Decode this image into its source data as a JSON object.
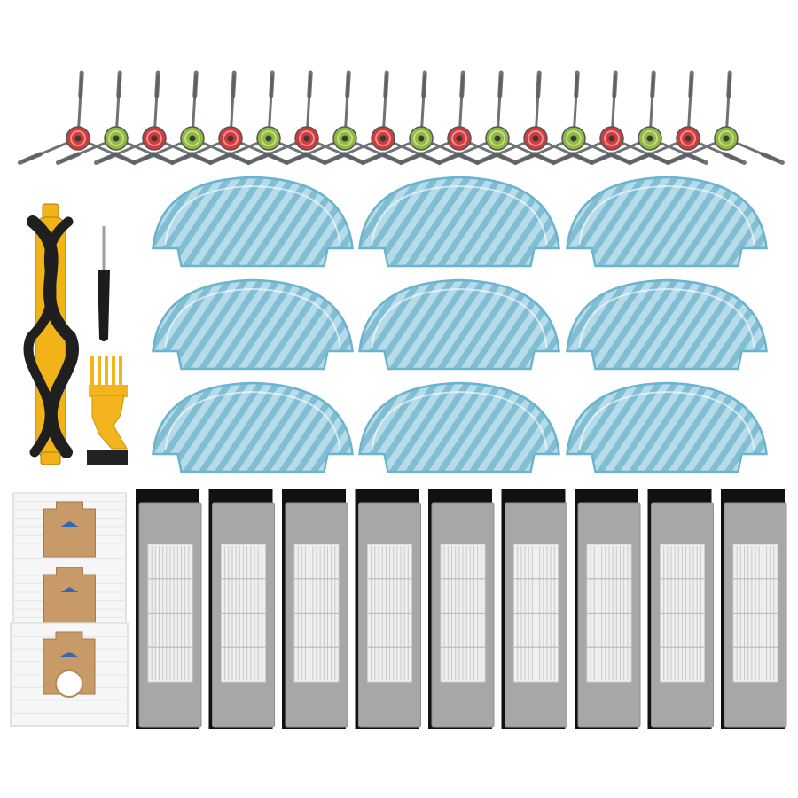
{
  "image": {
    "background": "#ffffff"
  },
  "side_brushes": {
    "count": 18,
    "hub_colors": [
      "#d23a3c",
      "#8fba3c"
    ],
    "arm_color": "#6f7376",
    "bristle_color": "#5b5f62"
  },
  "mop_pads": {
    "count": 9,
    "fabric_color": "#8ec8dc",
    "stripe_color": "#5fa9c6",
    "base_color": "#c9e6ef",
    "border_color": "#6bb3cf"
  },
  "main_brush": {
    "rubber_color": "#1f1f1f",
    "core_color": "#f2b318"
  },
  "screwdriver": {
    "handle_color": "#1c1c1c"
  },
  "cleaning_tool": {
    "body_color": "#f3b41d",
    "bristle_color": "#222222"
  },
  "dust_bags": {
    "count": 3,
    "bag_color": "#f6f6f6",
    "tab_color": "#c79a68",
    "marker_color": "#2f68b5"
  },
  "hepa_filters": {
    "count": 9,
    "frame_color": "#a7a7aa",
    "pleat_color": "#efefef",
    "sponge_color": "#111111"
  }
}
